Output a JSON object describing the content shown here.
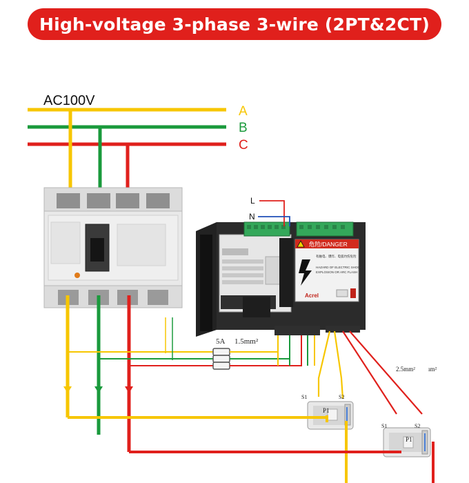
{
  "title": "High-voltage 3-phase 3-wire (2PT&2CT)",
  "supply": {
    "voltage": "AC100V",
    "phases": [
      {
        "label": "A",
        "color": "#f7c600"
      },
      {
        "label": "B",
        "color": "#1a9a3c"
      },
      {
        "label": "C",
        "color": "#e0201c"
      }
    ]
  },
  "aux_power": {
    "live": "L",
    "neutral": "N"
  },
  "fuse_label": "5A",
  "wire_size_voltage": "1.5mm²",
  "wire_size_current": "2.5mm²",
  "wire_size_current_cut": "ım²",
  "meter": {
    "warning_header": "危险/DANGER",
    "warning_text": [
      "有触电、爆炸、电弧灼伤危险",
      "HAZARD OF ELECTRIC SHOCK",
      "EXPLOSION OR ARC FLASH"
    ],
    "brand": "Acrel"
  },
  "ct1": {
    "s1": "S1",
    "s2": "S2",
    "p1": "P1"
  },
  "ct2": {
    "s1": "S1",
    "s2": "S2",
    "p1": "P1"
  },
  "colors": {
    "title_bg": "#e0201c",
    "yellow": "#f7c600",
    "green": "#1a9a3c",
    "red": "#e0201c",
    "blue": "#1f4fb8"
  }
}
